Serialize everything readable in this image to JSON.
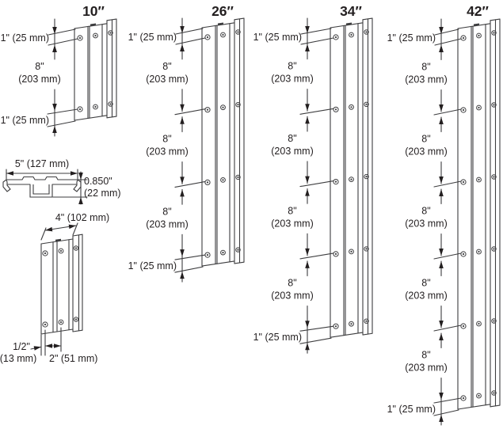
{
  "colors": {
    "line": "#3d3d3f",
    "text": "#231f20"
  },
  "rails": [
    {
      "title": "10″",
      "segments": [
        {
          "type": "end",
          "label": "1\" (25 mm)"
        },
        {
          "type": "span",
          "line1": "8\"",
          "line2": "(203 mm)"
        },
        {
          "type": "end",
          "label": "1\" (25 mm)"
        }
      ]
    },
    {
      "title": "26″",
      "segments": [
        {
          "type": "end",
          "label": "1\" (25 mm)"
        },
        {
          "type": "span",
          "line1": "8\"",
          "line2": "(203 mm)"
        },
        {
          "type": "span",
          "line1": "8\"",
          "line2": "(203 mm)"
        },
        {
          "type": "span",
          "line1": "8\"",
          "line2": "(203 mm)"
        },
        {
          "type": "end",
          "label": "1\" (25 mm)"
        }
      ]
    },
    {
      "title": "34″",
      "segments": [
        {
          "type": "end",
          "label": "1\" (25 mm)"
        },
        {
          "type": "span",
          "line1": "8\"",
          "line2": "(203 mm)"
        },
        {
          "type": "span",
          "line1": "8\"",
          "line2": "(203 mm)"
        },
        {
          "type": "span",
          "line1": "8\"",
          "line2": "(203 mm)"
        },
        {
          "type": "span",
          "line1": "8\"",
          "line2": "(203 mm)"
        },
        {
          "type": "end",
          "label": "1\" (25 mm)"
        }
      ]
    },
    {
      "title": "42″",
      "segments": [
        {
          "type": "end",
          "label": "1\" (25 mm)"
        },
        {
          "type": "span",
          "line1": "8\"",
          "line2": "(203 mm)"
        },
        {
          "type": "span",
          "line1": "8\"",
          "line2": "(203 mm)"
        },
        {
          "type": "span",
          "line1": "8\"",
          "line2": "(203 mm)"
        },
        {
          "type": "span",
          "line1": "8\"",
          "line2": "(203 mm)"
        },
        {
          "type": "span",
          "line1": "8\"",
          "line2": "(203 mm)"
        },
        {
          "type": "end",
          "label": "1\" (25 mm)"
        }
      ]
    }
  ],
  "cross_section": {
    "width_label": "5\" (127 mm)",
    "height_label_line1": "0.850\"",
    "height_label_line2": "(22 mm)"
  },
  "bracket": {
    "width_label": "4\" (102 mm)",
    "offset_label_line1": "1/2\"",
    "offset_label_line2": "(13 mm)",
    "spacing_label": "2\" (51 mm)"
  }
}
